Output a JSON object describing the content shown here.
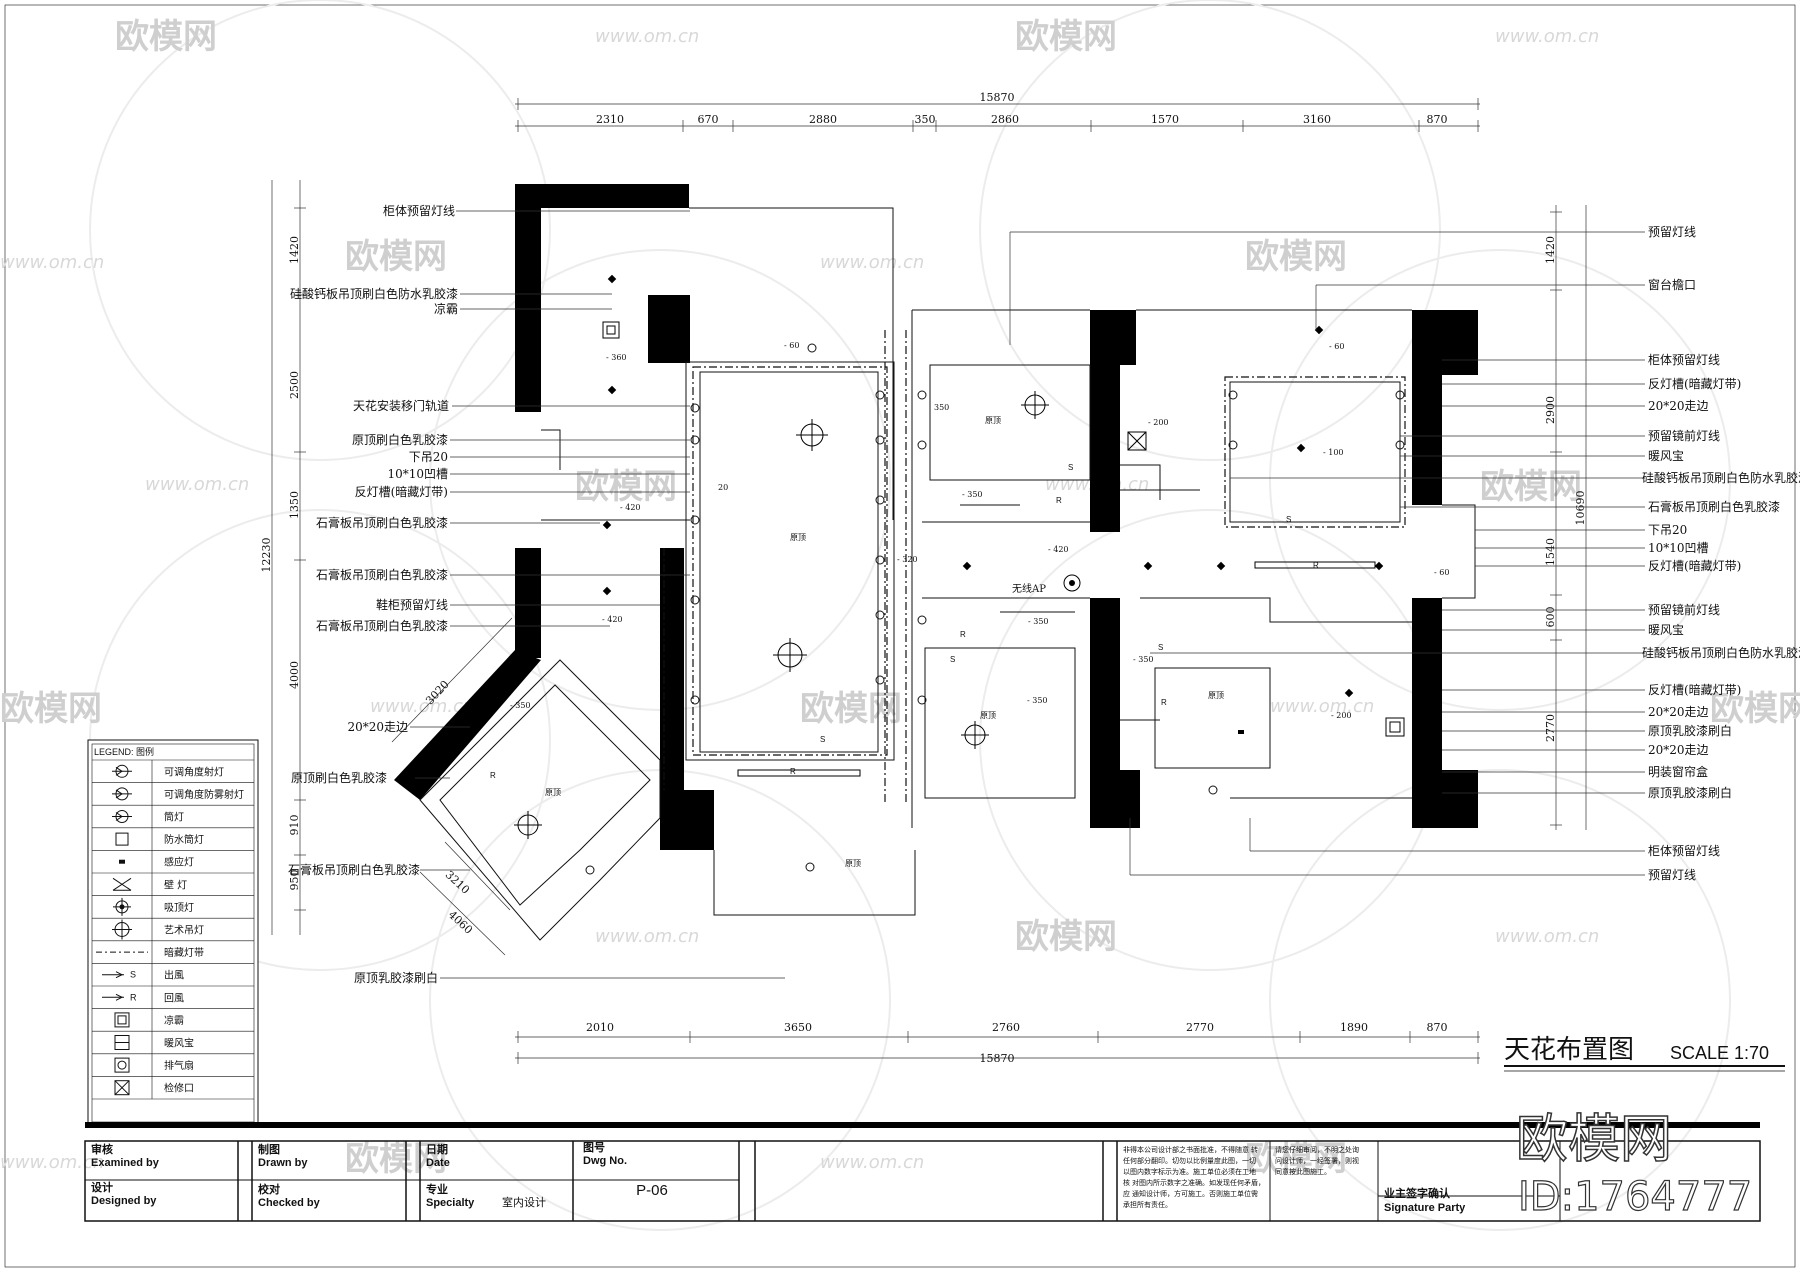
{
  "drawing": {
    "title": "天花布置图",
    "scale": "SCALE 1:70"
  },
  "watermark": {
    "brand": "欧模网",
    "url": "www.om.cn",
    "id_text": "ID:1764777"
  },
  "dimensions": {
    "total_top": "15870",
    "total_bottom": "15870",
    "top_segments": [
      "2310",
      "670",
      "2880",
      "350",
      "2860",
      "1570",
      "3160",
      "870"
    ],
    "bottom_segments": [
      "2010",
      "3650",
      "2760",
      "2770",
      "1890",
      "870"
    ],
    "left_overall": "12230",
    "left_segments": [
      "1420",
      "2500",
      "1350",
      "4000",
      "910",
      "950"
    ],
    "right_overall": "10690",
    "right_segments": [
      "1420",
      "2900",
      "1540",
      "600",
      "2770"
    ],
    "diagonal": [
      "3020",
      "3210",
      "4060"
    ]
  },
  "left_labels": [
    "柜体预留灯线",
    "硅酸钙板吊顶刷白色防水乳胶漆",
    "凉霸",
    "天花安装移门轨道",
    "原顶刷白色乳胶漆",
    "下吊20",
    "10*10凹槽",
    "反灯槽(暗藏灯带)",
    "石膏板吊顶刷白色乳胶漆",
    "石膏板吊顶刷白色乳胶漆",
    "鞋柜预留灯线",
    "石膏板吊顶刷白色乳胶漆",
    "20*20走边",
    "原顶刷白色乳胶漆",
    "石膏板吊顶刷白色乳胶漆",
    "原顶乳胶漆刷白"
  ],
  "right_labels": [
    "预留灯线",
    "窗台檐口",
    "柜体预留灯线",
    "反灯槽(暗藏灯带)",
    "20*20走边",
    "预留镜前灯线",
    "暖风宝",
    "硅酸钙板吊顶刷白色防水乳胶漆",
    "石膏板吊顶刷白色乳胶漆",
    "下吊20",
    "10*10凹槽",
    "反灯槽(暗藏灯带)",
    "预留镜前灯线",
    "暖风宝",
    "硅酸钙板吊顶刷白色防水乳胶漆",
    "反灯槽(暗藏灯带)",
    "20*20走边",
    "原顶乳胶漆刷白",
    "20*20走边",
    "明装窗帘盒",
    "原顶乳胶漆刷白",
    "柜体预留灯线",
    "预留灯线"
  ],
  "plan_tags": {
    "levels": [
      "- 60",
      "- 360",
      "- 420",
      "- 420",
      "- 350",
      "- 320",
      "- 350",
      "- 350",
      "- 350",
      "- 200",
      "- 100",
      "- 60",
      "- 60",
      "- 420",
      "- 350",
      "- 200",
      "20",
      "350"
    ],
    "yuanding": "原顶",
    "wifi": "无线AP",
    "s": "S",
    "r": "R"
  },
  "legend": {
    "title": "LEGEND: 图例",
    "items": [
      {
        "icon": "adjustable-spotlight-icon",
        "label": "可调角度射灯"
      },
      {
        "icon": "antifog-spotlight-icon",
        "label": "可调角度防雾射灯"
      },
      {
        "icon": "downlight-icon",
        "label": "筒灯"
      },
      {
        "icon": "waterproof-downlight-icon",
        "label": "防水筒灯"
      },
      {
        "icon": "sensor-light-icon",
        "label": "感应灯"
      },
      {
        "icon": "wall-light-icon",
        "label": "壁 灯"
      },
      {
        "icon": "ceiling-light-icon",
        "label": "吸顶灯"
      },
      {
        "icon": "art-pendant-icon",
        "label": "艺术吊灯"
      },
      {
        "icon": "hidden-strip-icon",
        "label": "暗藏灯带"
      },
      {
        "icon": "supply-air-icon",
        "label": "出風",
        "code": "S"
      },
      {
        "icon": "return-air-icon",
        "label": "回風",
        "code": "R"
      },
      {
        "icon": "cooling-fan-icon",
        "label": "凉霸"
      },
      {
        "icon": "heater-icon",
        "label": "暖风宝"
      },
      {
        "icon": "exhaust-fan-icon",
        "label": "排气扇"
      },
      {
        "icon": "access-panel-icon",
        "label": "检修口"
      }
    ]
  },
  "title_block": {
    "examined_cn": "审核",
    "examined_en": "Examined by",
    "designed_cn": "设计",
    "designed_en": "Designed by",
    "drawn_cn": "制图",
    "drawn_en": "Drawn by",
    "checked_cn": "校对",
    "checked_en": "Checked by",
    "date_cn": "日期",
    "date_en": "Date",
    "specialty_cn": "专业",
    "specialty_en": "Specialty",
    "specialty_value": "室内设计",
    "dwg_cn": "图号",
    "dwg_en": "Dwg No.",
    "dwg_value": "P-06",
    "notes_1": [
      "非得本公司设计部之书面批准，不得随意 转",
      "任何部分翻印。切勿以比例量度此图，一切",
      "以图内数字标示为准。施工单位必须在工地",
      "核 对图内所示数字之准确。如发现任何矛盾，",
      "应 通知设计师，方可施工。否则施工单位需",
      "承担所有责任。"
    ],
    "notes_2": [
      "请您仔细审阅，不明之处询",
      "问设计师，一经签署，则视",
      "同意按此图施工。"
    ],
    "signature_cn": "业主签字确认",
    "signature_en": "Signature Party"
  }
}
